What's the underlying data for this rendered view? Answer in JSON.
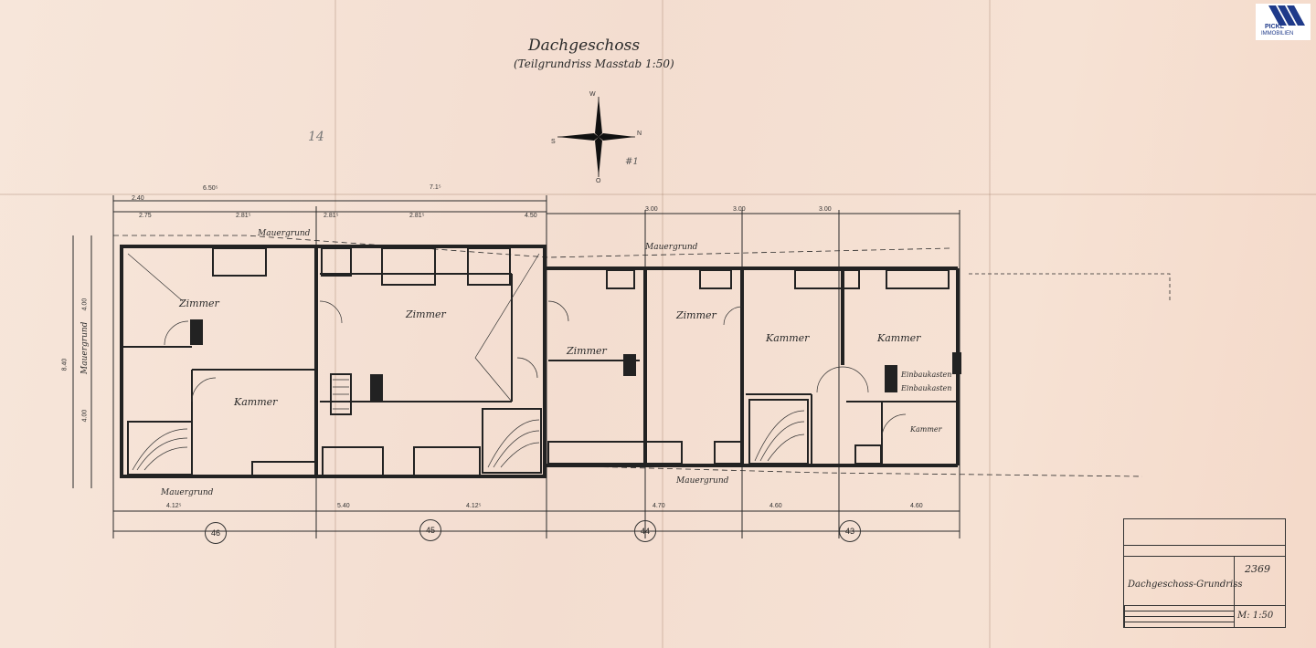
{
  "drawing": {
    "title": "Dachgeschoss",
    "subtitle": "(Teilgrundriss Masstab 1:50)",
    "compass": {
      "top": "W",
      "right": "N",
      "bottom": "O",
      "left": "S"
    },
    "pencil_mark": "14",
    "ref_mark": "#1"
  },
  "rooms": [
    {
      "label": "Zimmer"
    },
    {
      "label": "Zimmer"
    },
    {
      "label": "Kammer"
    },
    {
      "label": "Zimmer"
    },
    {
      "label": "Zimmer"
    },
    {
      "label": "Kammer"
    },
    {
      "label": "Kammer"
    },
    {
      "label": "Kammer"
    }
  ],
  "annotations": {
    "mauergrund_top": "Mauergrund",
    "mauergrund_mid": "Mauergrund",
    "mauergrund_bottom_left": "Mauergrund",
    "mauergrund_bottom_right": "Mauergrund",
    "mauergrund_vertical": "Mauergrund",
    "einbaukasten_1": "Einbaukasten",
    "einbaukasten_2": "Einbaukasten"
  },
  "dimensions_top": [
    "6.50⁵",
    "7.1⁵",
    "2.40",
    "2.75",
    "2.81⁵",
    "2.81⁵",
    "2.81⁵",
    "4.50",
    "3.00",
    "3.00",
    "3.00"
  ],
  "dimensions_bottom": [
    "4.12⁵",
    "5.40",
    "4.12⁵",
    "4.70",
    "4.60",
    "4.60"
  ],
  "dimensions_left": [
    "4.00",
    "8.40",
    "4.00"
  ],
  "axes": [
    "46",
    "45",
    "44",
    "43"
  ],
  "title_block": {
    "number": "2369",
    "name": "Dachgeschoss-Grundriss",
    "scale": "M: 1:50"
  },
  "logo": {
    "text1": "PICKL",
    "text2": "IMMOBILIEN",
    "brand_color": "#1f3a8a"
  }
}
